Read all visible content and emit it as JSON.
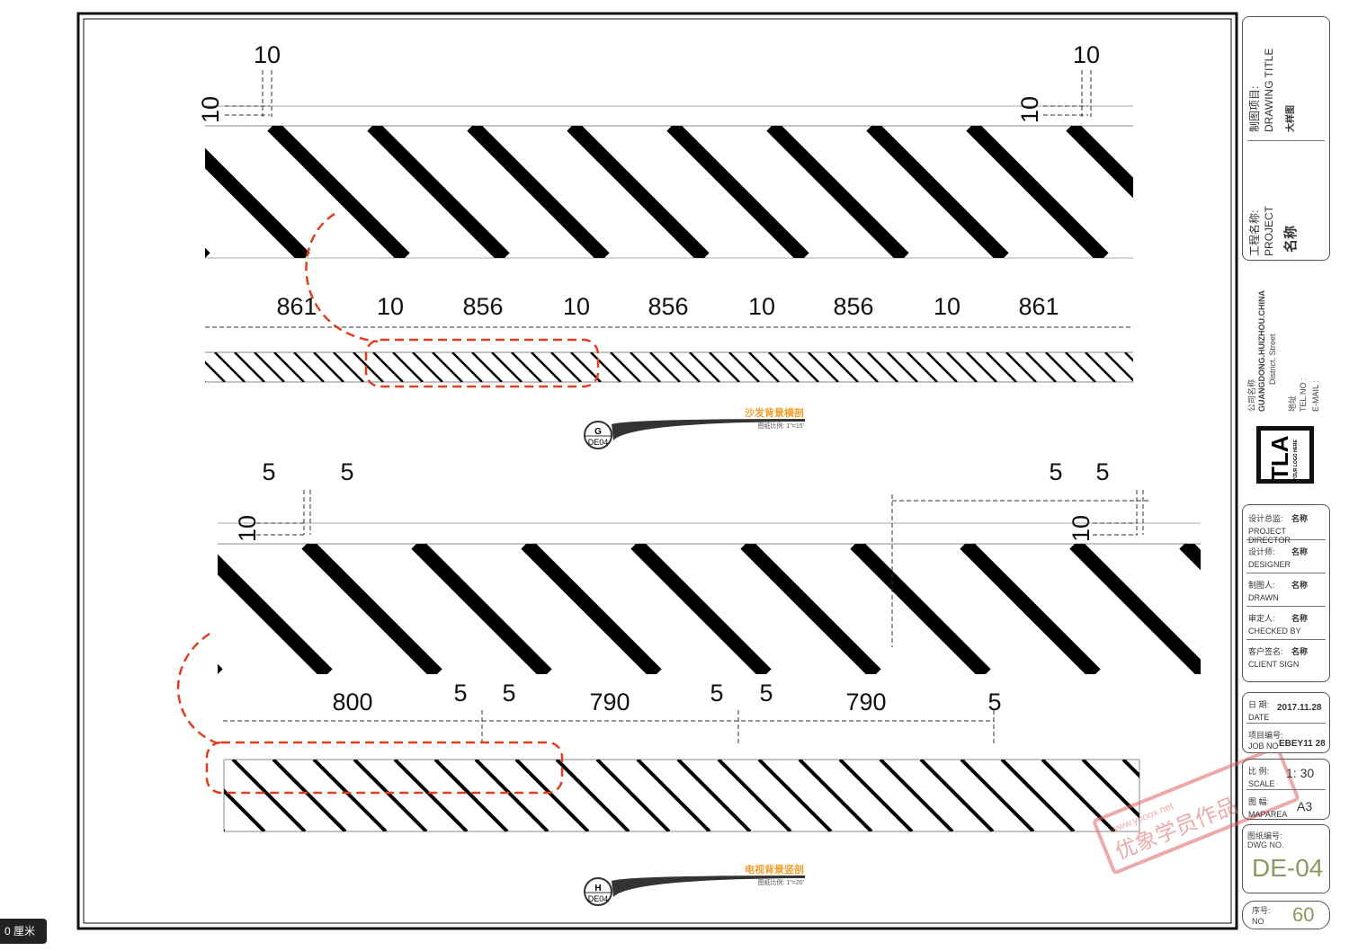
{
  "top_section": {
    "top_dims": [
      "10",
      "10"
    ],
    "side_dims": [
      "10",
      "10"
    ],
    "dim_labels": [
      "861",
      "10",
      "856",
      "10",
      "856",
      "10",
      "856",
      "10",
      "861"
    ],
    "title": "沙发背景横剖",
    "scale": "图纸比例: 1\"=15'",
    "tag_letter": "G",
    "tag_sheet": "DE04"
  },
  "bottom_section": {
    "top_dims": [
      "5",
      "5",
      "5",
      "5"
    ],
    "side_dims": [
      "10",
      "10"
    ],
    "dim_labels": [
      "800",
      "5",
      "5",
      "790",
      "5",
      "5",
      "790",
      "5"
    ],
    "title": "电视背景竖剖",
    "scale": "图纸比例: 1\"=20'",
    "tag_letter": "H",
    "tag_sheet": "DE04"
  },
  "title_block": {
    "project_cn": "工程名称:",
    "project_en": "PROJECT",
    "project_name": "名称",
    "drawing_cn": "制图项目:",
    "drawing_en": "DRAWING TITLE",
    "drawing_name": "大样图",
    "company": "公司名称",
    "address1": "GUANGDONG.HUIZHOU.CHINA",
    "address2": "District.    Street",
    "addr_label": "地址",
    "tel": "TEL.NO :",
    "email": "E-MAIL :",
    "logo": "TLA",
    "logo_sub": "YOUR LOGO HERE",
    "people": [
      {
        "cn": "设计总监:",
        "en": "PROJECT DIRECTOR",
        "name": "名称"
      },
      {
        "cn": "设计师:",
        "en": "DESIGNER",
        "name": "名称"
      },
      {
        "cn": "制图人:",
        "en": "DRAWN",
        "name": "名称"
      },
      {
        "cn": "审定人:",
        "en": "CHECKED BY",
        "name": "名称"
      },
      {
        "cn": "客户签名:",
        "en": "CLIENT SIGN",
        "name": "名称"
      }
    ],
    "date_cn": "日 期:",
    "date_en": "DATE",
    "date": "2017.11.28",
    "job_cn": "项目编号:",
    "job_en": "JOB NO",
    "job": "EBEY11 28",
    "scale_cn": "比 例:",
    "scale_en": "SCALE",
    "scale": "1:  30",
    "maparea_cn": "图 幅:",
    "maparea_en": "MAPAREA",
    "maparea": "A3",
    "dwg_cn": "图纸编号:",
    "dwg_en": "DWG NO.",
    "dwg": "DE-04",
    "no_cn": "序号:",
    "no_en": "NO",
    "no": "60"
  },
  "watermark": {
    "url": "www.yooox.net",
    "text": "优象学员作品"
  },
  "ruler_label": "0 厘米",
  "colors": {
    "accent": "#f0a030",
    "red": "#e04020",
    "green": "#8a9a60"
  }
}
